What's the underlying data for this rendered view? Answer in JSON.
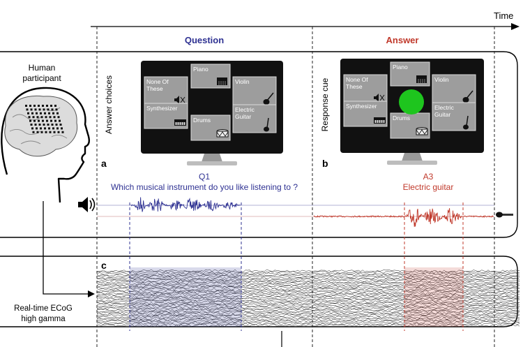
{
  "timeline": {
    "label": "Time"
  },
  "phases": {
    "question": {
      "label": "Question",
      "color": "#2e3192"
    },
    "answer": {
      "label": "Answer",
      "color": "#c0392b"
    }
  },
  "participant": {
    "line1": "Human",
    "line2": "participant"
  },
  "panels": {
    "a": {
      "letter": "a",
      "side_label": "Answer choices"
    },
    "b": {
      "letter": "b",
      "side_label": "Response cue"
    },
    "c": {
      "letter": "c"
    }
  },
  "choices": [
    {
      "line1": "Piano",
      "line2": "",
      "icon": "piano-icon"
    },
    {
      "line1": "None Of",
      "line2": "These",
      "icon": "speaker-mute-icon"
    },
    {
      "line1": "Violin",
      "line2": "",
      "icon": "violin-icon"
    },
    {
      "line1": "Synthesizer",
      "line2": "",
      "icon": "keyboard-icon"
    },
    {
      "line1": "Electric",
      "line2": "Guitar",
      "icon": "guitar-icon"
    },
    {
      "line1": "Drums",
      "line2": "",
      "icon": "drum-icon"
    }
  ],
  "response_cue_color": "#1ec51e",
  "question_audio": {
    "id": "Q1",
    "text": "Which musical instrument do you like listening to ?",
    "color": "#2e3192"
  },
  "answer_audio": {
    "id": "A3",
    "text": "Electric guitar",
    "color": "#c0392b"
  },
  "ecog": {
    "line1": "Real-time ECoG",
    "line2": "high gamma"
  }
}
